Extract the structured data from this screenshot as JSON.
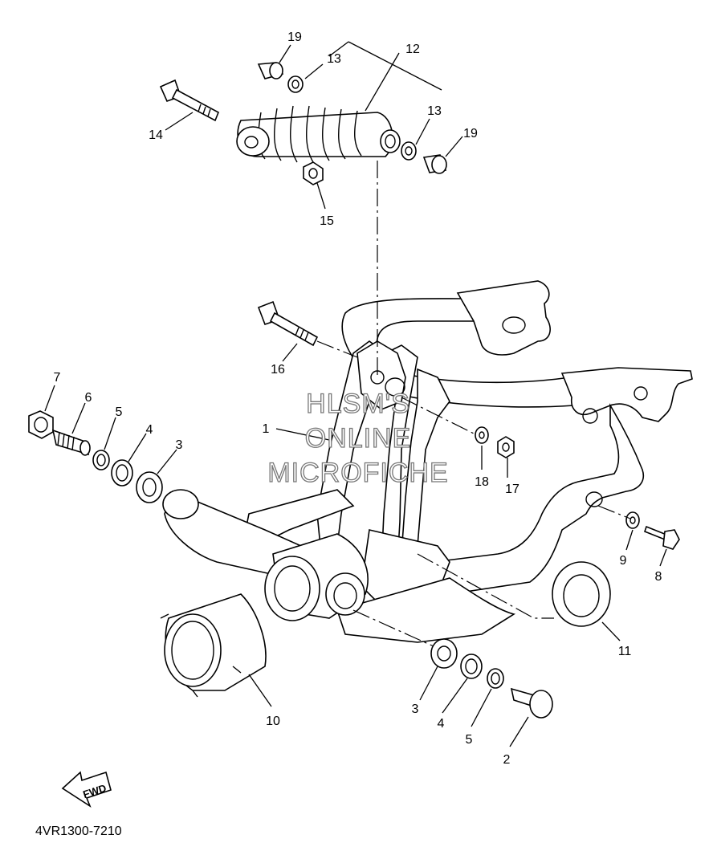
{
  "diagram": {
    "reference_code": "4VR1300-7210",
    "fwd_label": "FWD",
    "watermark": [
      "HLSM'S",
      "ONLINE",
      "MICROFICHE"
    ],
    "part_labels": [
      "19",
      "13",
      "12",
      "13",
      "19",
      "14",
      "15",
      "16",
      "7",
      "6",
      "5",
      "4",
      "3",
      "1",
      "18",
      "17",
      "9",
      "8",
      "11",
      "10",
      "3",
      "4",
      "5",
      "2"
    ]
  }
}
